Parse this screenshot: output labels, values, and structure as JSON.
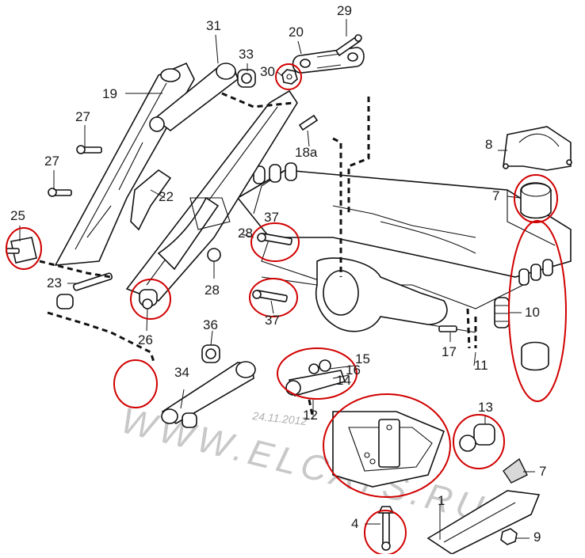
{
  "diagram": {
    "watermark": "WWW.ELCATS.RU",
    "date_stamp": "24.11.2012",
    "callouts": [
      {
        "id": "c1",
        "label": "1"
      },
      {
        "id": "c4",
        "label": "4"
      },
      {
        "id": "c7a",
        "label": "7"
      },
      {
        "id": "c7b",
        "label": "7"
      },
      {
        "id": "c8",
        "label": "8"
      },
      {
        "id": "c9",
        "label": "9"
      },
      {
        "id": "c10",
        "label": "10"
      },
      {
        "id": "c11",
        "label": "11"
      },
      {
        "id": "c12",
        "label": "12"
      },
      {
        "id": "c13",
        "label": "13"
      },
      {
        "id": "c14",
        "label": "14"
      },
      {
        "id": "c15",
        "label": "15"
      },
      {
        "id": "c16",
        "label": "16"
      },
      {
        "id": "c17",
        "label": "17"
      },
      {
        "id": "c18a",
        "label": "18a"
      },
      {
        "id": "c19",
        "label": "19"
      },
      {
        "id": "c20",
        "label": "20"
      },
      {
        "id": "c22",
        "label": "22"
      },
      {
        "id": "c23",
        "label": "23"
      },
      {
        "id": "c25",
        "label": "25"
      },
      {
        "id": "c26",
        "label": "26"
      },
      {
        "id": "c27a",
        "label": "27"
      },
      {
        "id": "c27b",
        "label": "27"
      },
      {
        "id": "c28a",
        "label": "28"
      },
      {
        "id": "c28b",
        "label": "28"
      },
      {
        "id": "c29",
        "label": "29"
      },
      {
        "id": "c30",
        "label": "30"
      },
      {
        "id": "c31",
        "label": "31"
      },
      {
        "id": "c33",
        "label": "33"
      },
      {
        "id": "c34",
        "label": "34"
      },
      {
        "id": "c36",
        "label": "36"
      },
      {
        "id": "c37a",
        "label": "37"
      },
      {
        "id": "c37b",
        "label": "37"
      }
    ]
  }
}
